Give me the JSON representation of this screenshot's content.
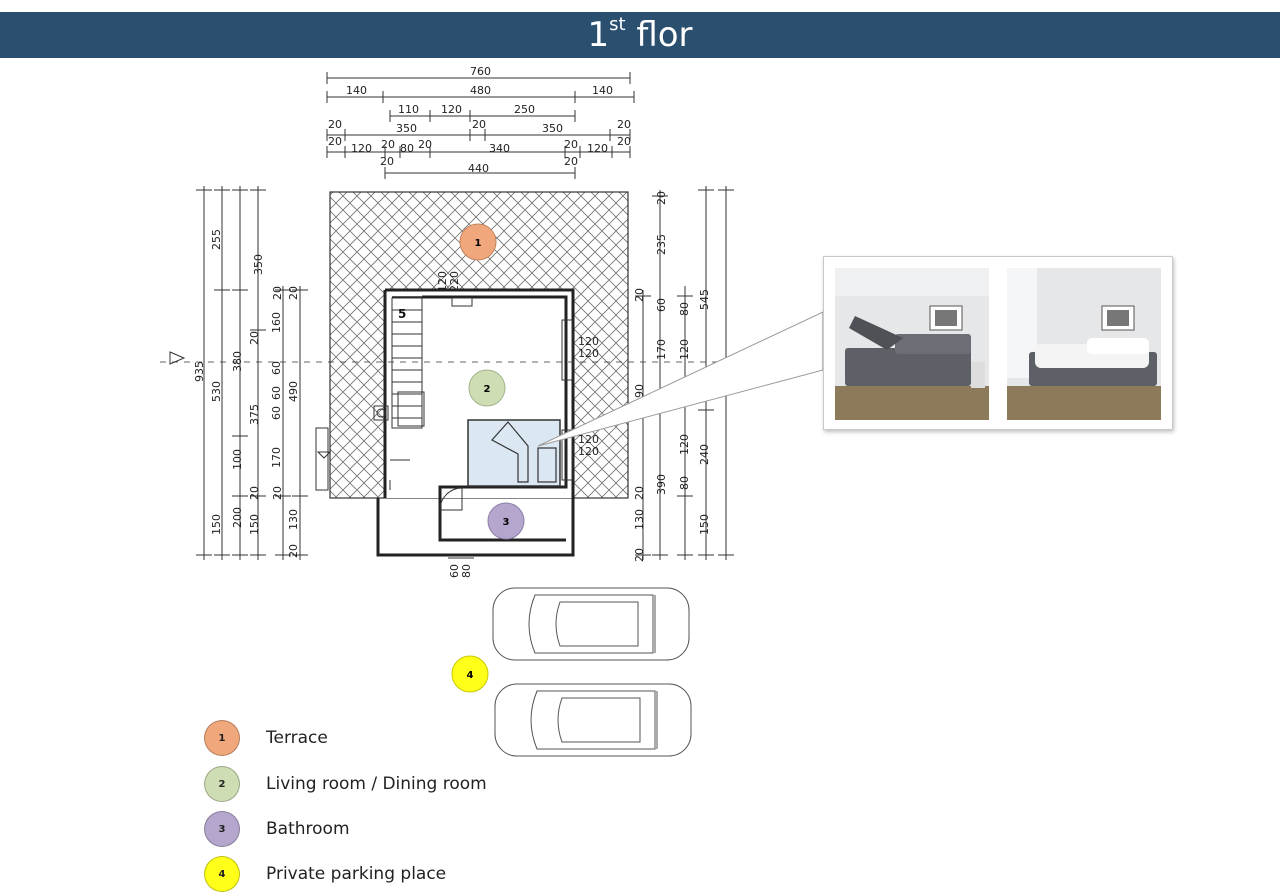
{
  "header": {
    "title_main": "1",
    "title_sup": "st",
    "title_rest": " flor",
    "bg_color": "#2b4f6f"
  },
  "dimensions": {
    "top": [
      "760",
      "140",
      "480",
      "140",
      "110",
      "120",
      "250",
      "20",
      "350",
      "20",
      "350",
      "20",
      "20",
      "120",
      "20",
      "80",
      "20",
      "340",
      "20",
      "120",
      "20",
      "20",
      "440",
      "20"
    ],
    "left": [
      "255",
      "350",
      "935",
      "530",
      "380",
      "375",
      "160",
      "20",
      "20",
      "20",
      "60",
      "60",
      "60",
      "490",
      "170",
      "100",
      "200",
      "150",
      "150",
      "20",
      "20",
      "130",
      "20"
    ],
    "right": [
      "20",
      "235",
      "545",
      "60",
      "80",
      "20",
      "170",
      "120",
      "90",
      "120",
      "390",
      "80",
      "240",
      "20",
      "130",
      "150",
      "20"
    ],
    "inner": [
      "120",
      "120",
      "120",
      "120",
      "120",
      "220"
    ],
    "bottom": [
      "60",
      "80"
    ]
  },
  "markers": [
    {
      "num": "1",
      "color": "#f0a77c"
    },
    {
      "num": "2",
      "color": "#cfddb5"
    },
    {
      "num": "3",
      "color": "#b4a6cc"
    },
    {
      "num": "4",
      "color": "#ffff1a"
    }
  ],
  "stair_label": "5",
  "legend": [
    {
      "num": "1",
      "label": "Terrace",
      "color": "#f0a77c"
    },
    {
      "num": "2",
      "label": "Living room / Dining room",
      "color": "#cfddb5"
    },
    {
      "num": "3",
      "label": "Bathroom",
      "color": "#b4a6cc"
    },
    {
      "num": "4",
      "label": "Private parking place",
      "color": "#ffff1a"
    }
  ]
}
